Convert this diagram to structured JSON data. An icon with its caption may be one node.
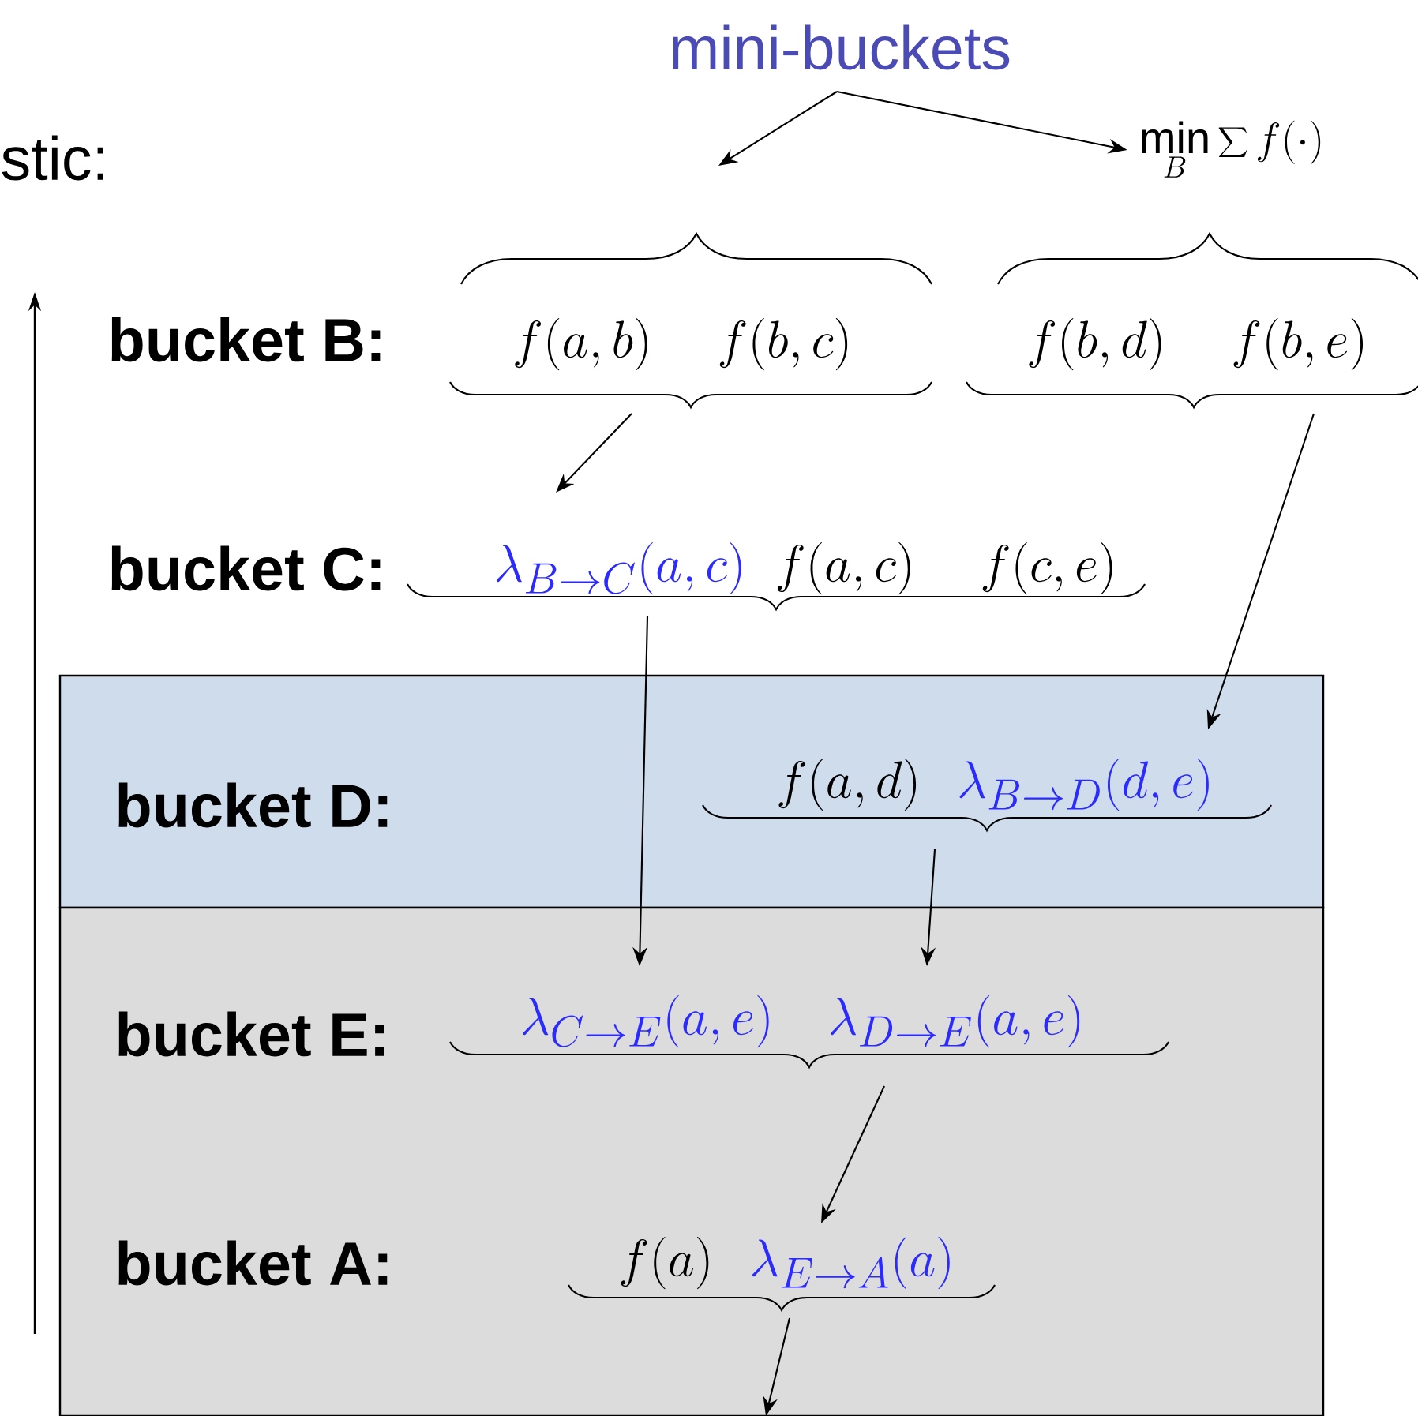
{
  "diagram": {
    "nodes": [
      {
        "text": [
          "mini-buckets"
        ]
      },
      {
        "text": [
          "\\min_B \\sum f(\\cdot)"
        ]
      },
      {
        "text": [
          "f(a,b)",
          "f(b,c)"
        ]
      },
      {
        "text": [
          "f(b,d)",
          "f(b,e)"
        ]
      },
      {
        "text": [
          "\\lambda_{B\\to C}(a,c)",
          "f(a,c)",
          "f(c,e)"
        ]
      },
      {
        "text": [
          "bucket D:"
        ]
      },
      {
        "text": [
          "f(a,d)",
          "\\lambda_{B\\to D}(d,e)"
        ],
        "in": 5
      },
      {
        "text": [
          "bucket E:",
          "bucket A:"
        ]
      },
      {
        "text": [
          "\\lambda_{C\\to E}(a,e)",
          "\\lambda_{D\\to E}(a,e)"
        ],
        "in": 7
      },
      {
        "text": [
          "f(a)",
          "\\lambda_{E\\to A}(a)"
        ],
        "in": 7
      }
    ],
    "edges": [
      {
        "from": 0,
        "to": 2,
        "arrow": "to"
      },
      {
        "from": 0,
        "to": 1,
        "arrow": "to"
      },
      {
        "from": 2,
        "to": 4,
        "arrow": "to"
      },
      {
        "from": 3,
        "to": 6,
        "arrow": "to"
      },
      {
        "from": 4,
        "to": 8,
        "arrow": "to"
      },
      {
        "from": 6,
        "to": 8,
        "arrow": "to"
      },
      {
        "from": 8,
        "to": 9,
        "arrow": "to"
      },
      {
        "from": 9,
        "to": null,
        "arrow": "to"
      }
    ],
    "labels": [
      "stic:",
      "bucket B:",
      "bucket C:"
    ]
  }
}
